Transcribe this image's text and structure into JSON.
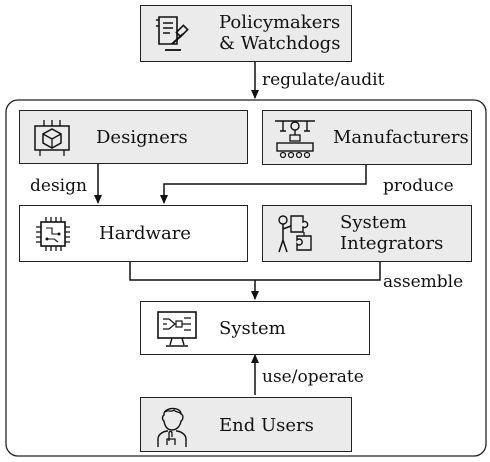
{
  "nodes": {
    "policymakers": {
      "label": "Policymakers\n& Watchdogs",
      "icon": "gavel-document-icon"
    },
    "designers": {
      "label": "Designers",
      "icon": "chip-blueprint-icon"
    },
    "manufacturers": {
      "label": "Manufacturers",
      "icon": "factory-robot-icon"
    },
    "hardware": {
      "label": "Hardware",
      "icon": "microchip-icon"
    },
    "integrators": {
      "label": "System\nIntegrators",
      "icon": "puzzle-person-icon"
    },
    "system": {
      "label": "System",
      "icon": "monitor-flowchart-icon"
    },
    "end_users": {
      "label": "End Users",
      "icon": "user-thinking-icon"
    }
  },
  "edges": {
    "regulate": "regulate/audit",
    "design": "design",
    "produce": "produce",
    "assemble": "assemble",
    "use": "use/operate"
  },
  "colors": {
    "gray_box": "#ebebeb",
    "stroke": "#222222"
  }
}
